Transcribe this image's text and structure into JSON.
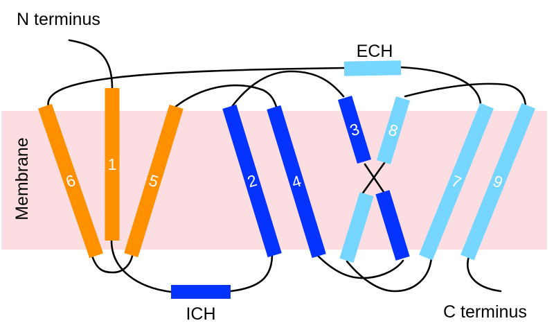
{
  "labels": {
    "n_terminus": "N terminus",
    "c_terminus": "C terminus",
    "membrane": "Membrane",
    "ech": "ECH",
    "ich": "ICH"
  },
  "helices": [
    {
      "id": "1",
      "label": "1",
      "group": "orange"
    },
    {
      "id": "2",
      "label": "2",
      "group": "blue"
    },
    {
      "id": "3",
      "label": "3",
      "group": "blue"
    },
    {
      "id": "4",
      "label": "4",
      "group": "blue"
    },
    {
      "id": "5",
      "label": "5",
      "group": "orange"
    },
    {
      "id": "6",
      "label": "6",
      "group": "orange"
    },
    {
      "id": "7",
      "label": "7",
      "group": "lightblue"
    },
    {
      "id": "8",
      "label": "8",
      "group": "lightblue"
    },
    {
      "id": "9",
      "label": "9",
      "group": "lightblue"
    }
  ],
  "colors": {
    "orange": "#ff9000",
    "blue": "#0433ff",
    "lightblue": "#76d6ff",
    "membrane": "#fbdde2",
    "loop": "#000000"
  }
}
